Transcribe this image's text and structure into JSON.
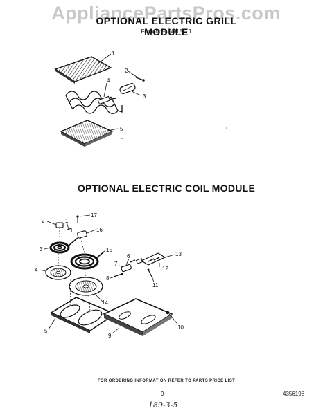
{
  "watermark": "AppliancePartsPros.com",
  "grill_module": {
    "title": "OPTIONAL ELECTRIC GRILL MODULE",
    "model_line": "For Model: N9157L1",
    "callouts": [
      "1",
      "2",
      "3",
      "4",
      "5"
    ]
  },
  "coil_module": {
    "title": "OPTIONAL ELECTRIC COIL MODULE",
    "callouts": [
      "2",
      "17",
      "1",
      "16",
      "3",
      "15",
      "4",
      "6",
      "13",
      "7",
      "12",
      "8",
      "11",
      "14",
      "10",
      "5",
      "9"
    ]
  },
  "footer": {
    "ordering_note": "FOR ORDERING INFORMATION REFER TO PARTS PRICE LIST",
    "page_number": "9",
    "document_number": "4356198",
    "handwritten": "189-3-5"
  }
}
